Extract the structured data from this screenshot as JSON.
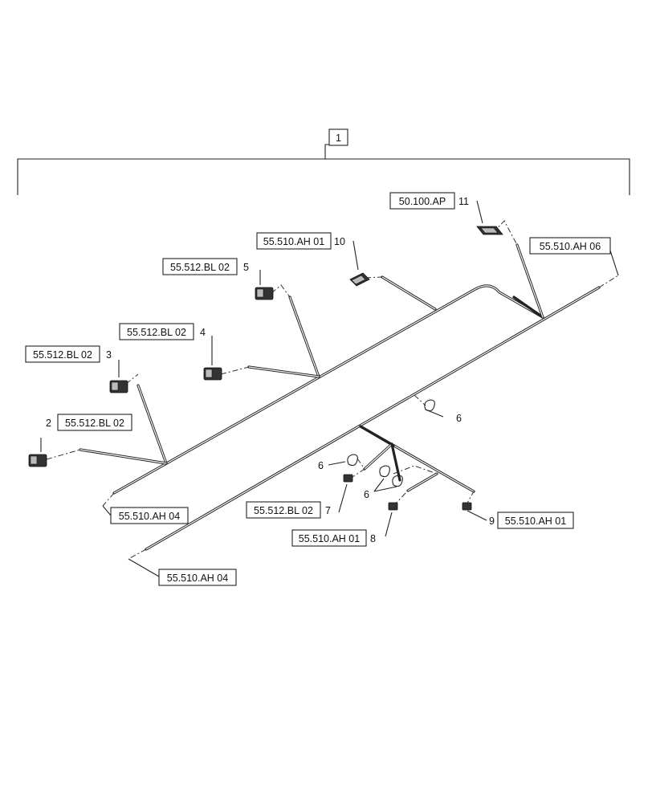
{
  "assembly": {
    "item": "1"
  },
  "callouts": {
    "c2": {
      "item": "2",
      "ref": "55.512.BL 02"
    },
    "c3": {
      "item": "3",
      "ref": "55.512.BL 02"
    },
    "c4": {
      "item": "4",
      "ref": "55.512.BL 02"
    },
    "c5": {
      "item": "5",
      "ref": "55.512.BL 02"
    },
    "c10": {
      "item": "10",
      "ref": "55.510.AH 01"
    },
    "c11": {
      "item": "11",
      "ref": "50.100.AP"
    },
    "ah06": {
      "ref": "55.510.AH 06"
    },
    "ah04a": {
      "ref": "55.510.AH 04"
    },
    "ah04b": {
      "ref": "55.510.AH 04"
    },
    "c6a": {
      "item": "6"
    },
    "c6b": {
      "item": "6"
    },
    "c6c": {
      "item": "6"
    },
    "c7": {
      "item": "7",
      "ref": "55.512.BL 02"
    },
    "c8": {
      "item": "8",
      "ref": "55.510.AH 01"
    },
    "c9": {
      "item": "9",
      "ref": "55.510.AH 01"
    }
  }
}
